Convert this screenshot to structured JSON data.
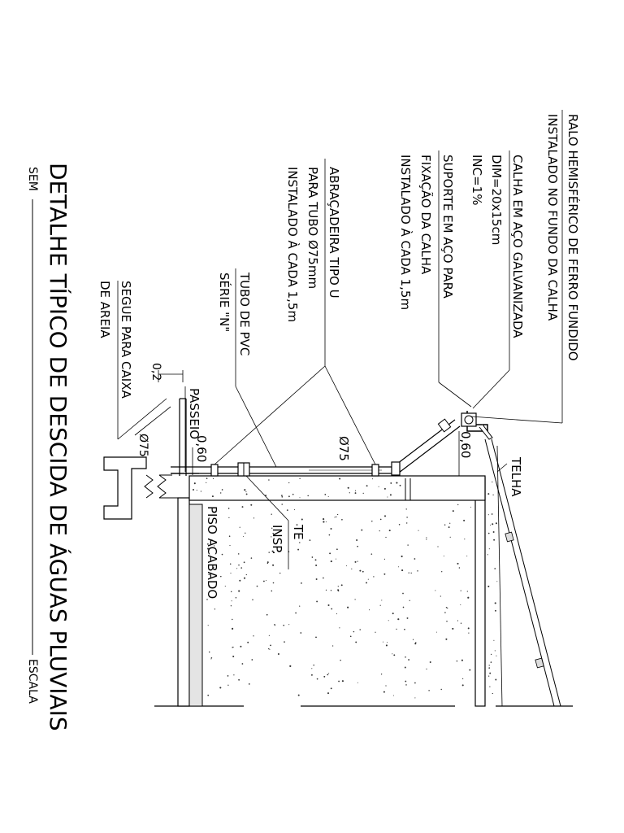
{
  "title": {
    "main": "DETALHE TÍPICO DE DESCIDA DE ÁGUAS PLUVIAIS",
    "scale_prefix": "SEM",
    "scale_suffix": "ESCALA"
  },
  "labels": {
    "ralo_1": "RALO HEMISFÉRICO DE FERRO FUNDIDO",
    "ralo_2": "INSTALADO NO FUNDO DA CALHA",
    "calha_1": "CALHA EM AÇO GALVANIZADA",
    "calha_2": "DIM=20x15cm",
    "calha_3": "INC=1%",
    "suporte_1": "SUPORTE EM AÇO PARA",
    "suporte_2": "FIXAÇÃO DA CALHA",
    "suporte_3": "INSTALADO À CADA 1,5m",
    "abracadeira_1": "ABRAÇADEIRA TIPO U",
    "abracadeira_2": "PARA TUBO Ø75mm",
    "abracadeira_3": "INSTALADO À CADA 1,5m",
    "tubo_1": "TUBO DE PVC",
    "tubo_2": "SÉRIE \"N\"",
    "segue_1": "SEGUE PARA CAIXA",
    "segue_2": "DE AREIA",
    "telha": "TELHA",
    "passeio": "PASSEIO",
    "piso": "PISO ACABADO",
    "te_1": "TE",
    "te_2": "INSP.",
    "dim_02": "0,2",
    "dim_060_a": "0,60",
    "dim_060_b": "0,60",
    "dia_75_a": "Ø75",
    "dia_75_b": "Ø75"
  }
}
